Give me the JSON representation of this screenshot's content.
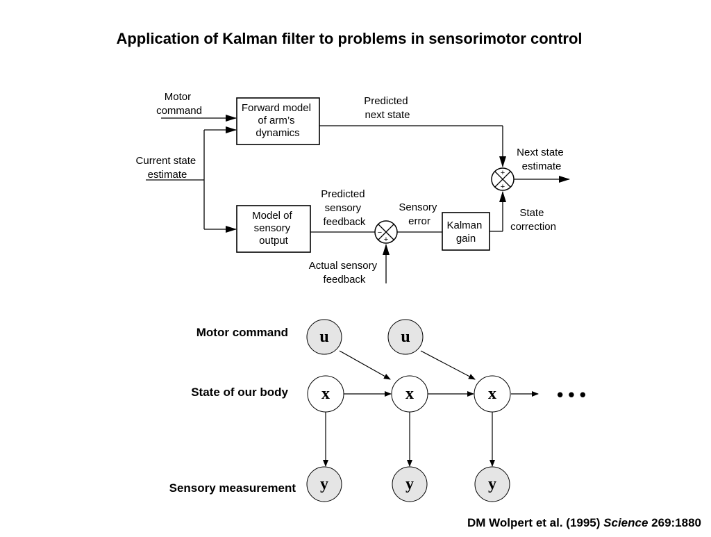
{
  "title": "Application of Kalman filter to problems in sensorimotor control",
  "block_diagram": {
    "inputs": {
      "motor_command": [
        "Motor",
        "command"
      ],
      "current_state_estimate": [
        "Current state",
        "estimate"
      ],
      "actual_sensory_feedback": [
        "Actual sensory",
        "feedback"
      ]
    },
    "blocks": {
      "forward_model": [
        "Forward model",
        "of arm’s",
        "dynamics"
      ],
      "sensory_model": [
        "Model of",
        "sensory",
        "output"
      ],
      "kalman_gain": [
        "Kalman",
        "gain"
      ]
    },
    "signals": {
      "predicted_next_state": [
        "Predicted",
        "next state"
      ],
      "predicted_sensory_feedback": [
        "Predicted",
        "sensory",
        "feedback"
      ],
      "sensory_error": [
        "Sensory",
        "error"
      ],
      "state_correction": [
        "State",
        "correction"
      ],
      "next_state_estimate": [
        "Next state",
        "estimate"
      ]
    },
    "summer_signs": {
      "top": {
        "top": "+",
        "bottom": "+"
      },
      "bottom": {
        "left": "−",
        "bottom": "+"
      }
    }
  },
  "graphical_model": {
    "row_labels": {
      "motor_command": "Motor command",
      "state": "State of our body",
      "measurement": "Sensory measurement"
    },
    "node_letters": {
      "u": "u",
      "x": "x",
      "y": "y"
    },
    "ellipsis": "• • •"
  },
  "citation": {
    "authors_year": "DM Wolpert et al. (1995)",
    "journal": "Science",
    "ref": "269:1880"
  }
}
